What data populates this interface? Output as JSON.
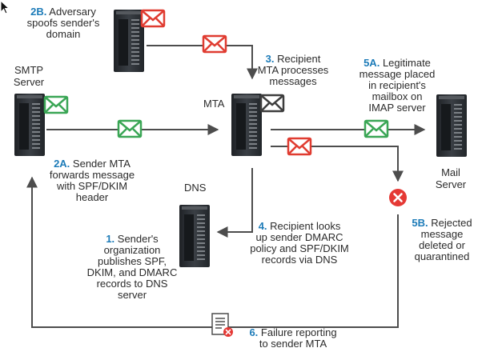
{
  "colors": {
    "arrow": "#4d4d4d",
    "step_number": "#1c7bb8",
    "envelope_valid": "#3aa655",
    "envelope_spoofed": "#e03c31",
    "envelope_neutral": "#3d3d3d",
    "reject_icon": "#e53935",
    "server_body": "#2e3338"
  },
  "nodes": {
    "smtp_server": {
      "title_l1": "SMTP",
      "title_l2": "Server"
    },
    "mta": {
      "title": "MTA"
    },
    "dns": {
      "title": "DNS"
    },
    "mail_server": {
      "title_l1": "Mail",
      "title_l2": "Server"
    }
  },
  "steps": [
    {
      "num": "1.",
      "l1": "Sender's",
      "l2": "organization",
      "l3": "publishes SPF,",
      "l4": "DKIM, and DMARC",
      "l5": "records to DNS",
      "l6": "server"
    },
    {
      "num": "2A.",
      "l1": "Sender MTA",
      "l2": "forwards message",
      "l3": "with SPF/DKIM",
      "l4": "header"
    },
    {
      "num": "2B.",
      "l1": "Adversary",
      "l2": "spoofs sender's",
      "l3": "domain"
    },
    {
      "num": "3.",
      "l1": "Recipient",
      "l2": "MTA processes",
      "l3": "messages"
    },
    {
      "num": "4.",
      "l1": "Recipient looks",
      "l2": "up sender DMARC",
      "l3": "policy and SPF/DKIM",
      "l4": "records via DNS"
    },
    {
      "num": "5A.",
      "l1": "Legitimate",
      "l2": "message placed",
      "l3": "in recipient's",
      "l4": "mailbox on",
      "l5": "IMAP server"
    },
    {
      "num": "5B.",
      "l1": "Rejected",
      "l2": "message",
      "l3": "deleted or",
      "l4": "quarantined"
    },
    {
      "num": "6.",
      "l1": "Failure reporting",
      "l2": "to sender MTA"
    }
  ]
}
